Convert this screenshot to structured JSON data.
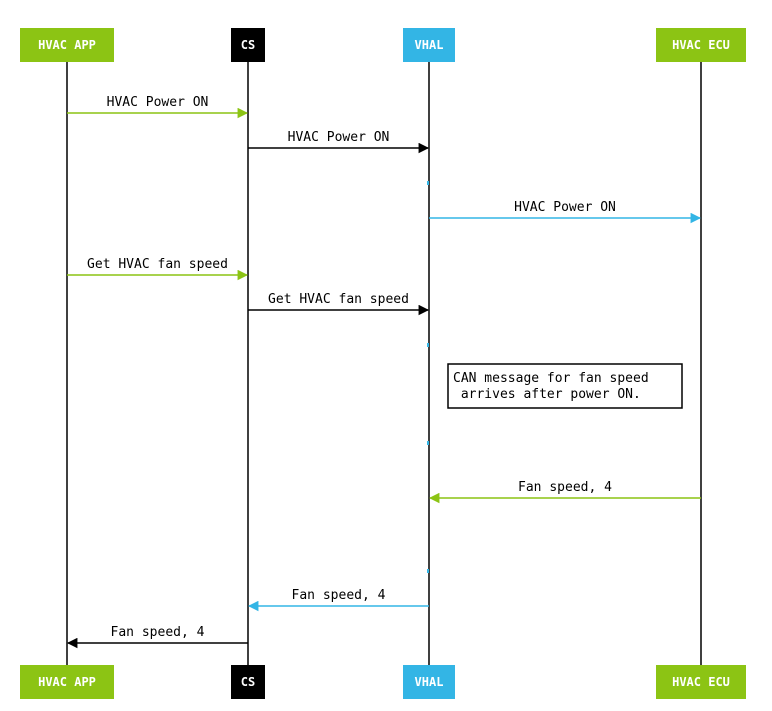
{
  "participants": [
    {
      "id": "app",
      "label": "HVAC APP",
      "color": "#8cc414"
    },
    {
      "id": "cs",
      "label": "CS",
      "color": "#000000"
    },
    {
      "id": "vhal",
      "label": "VHAL",
      "color": "#33b5e5"
    },
    {
      "id": "ecu",
      "label": "HVAC ECU",
      "color": "#8cc414"
    }
  ],
  "messages": [
    {
      "from": "app",
      "to": "cs",
      "label": "HVAC Power ON",
      "color": "#8cc414"
    },
    {
      "from": "cs",
      "to": "vhal",
      "label": "HVAC Power ON",
      "color": "#000000"
    },
    {
      "from": "vhal",
      "to": "ecu",
      "label": "HVAC Power ON",
      "color": "#33b5e5"
    },
    {
      "from": "app",
      "to": "cs",
      "label": "Get HVAC fan speed",
      "color": "#8cc414"
    },
    {
      "from": "cs",
      "to": "vhal",
      "label": "Get HVAC fan speed",
      "color": "#000000"
    },
    {
      "from": "ecu",
      "to": "vhal",
      "label": "Fan speed, 4",
      "color": "#8cc414"
    },
    {
      "from": "vhal",
      "to": "cs",
      "label": "Fan speed, 4",
      "color": "#33b5e5"
    },
    {
      "from": "cs",
      "to": "app",
      "label": "Fan speed, 4",
      "color": "#000000"
    }
  ],
  "note": {
    "lines": [
      "CAN message for fan speed",
      " arrives after power ON."
    ]
  }
}
